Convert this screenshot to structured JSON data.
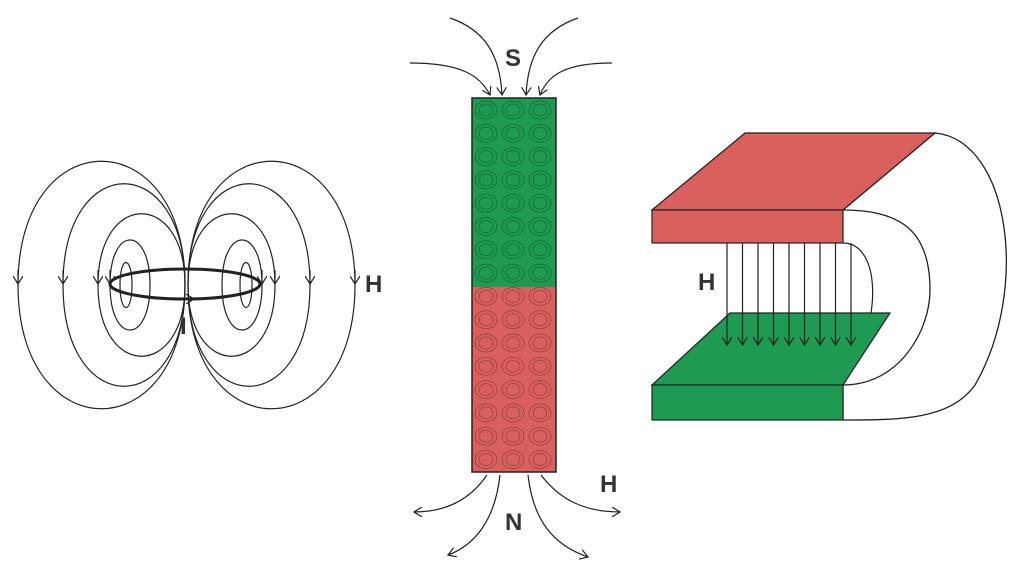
{
  "labels": {
    "loop_field": "H",
    "loop_current": "I",
    "magnet_south": "S",
    "magnet_north": "N",
    "magnet_field": "H",
    "horseshoe_field": "H"
  },
  "colors": {
    "green": "#1f9a52",
    "red": "#d9605c",
    "outline": "#222222"
  }
}
